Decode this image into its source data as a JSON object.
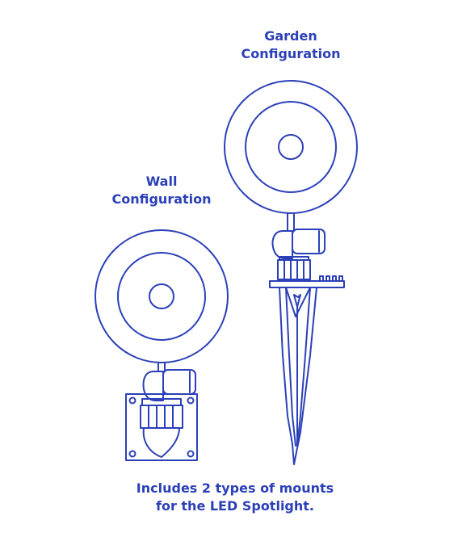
{
  "garden": {
    "title_line1": "Garden",
    "title_line2": "Configuration"
  },
  "wall": {
    "title_line1": "Wall",
    "title_line2": "Configuration"
  },
  "caption": {
    "line1": "Includes 2 types of mounts",
    "line2": "for the LED Spotlight."
  },
  "colors": {
    "line": "#2b40b8",
    "background": "#ffffff"
  }
}
